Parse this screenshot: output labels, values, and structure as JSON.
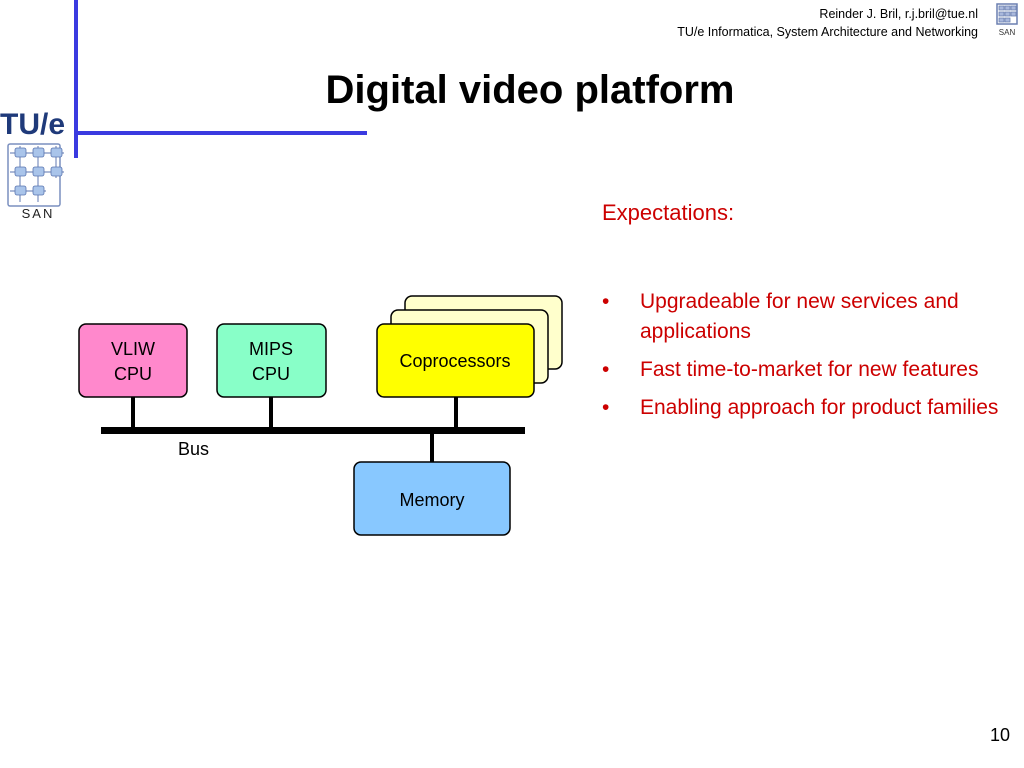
{
  "header": {
    "author_line": "Reinder J. Bril, r.j.bril@tue.nl",
    "dept_line": "TU/e Informatica, System Architecture and Networking"
  },
  "slide": {
    "title": "Digital video platform",
    "page_number": "10"
  },
  "logos": {
    "tue": "TU/e",
    "san": "SAN"
  },
  "expectations": {
    "heading": "Expectations:",
    "items": [
      "Upgradeable for new services and applications",
      "Fast time-to-market for new features",
      "Enabling approach for product families"
    ]
  },
  "diagram": {
    "vliw": {
      "line1": "VLIW",
      "line2": "CPU",
      "color": "#ff88cc"
    },
    "mips": {
      "line1": "MIPS",
      "line2": "CPU",
      "color": "#88ffc8"
    },
    "coprocessors": {
      "label": "Coprocessors",
      "color": "#ffff00",
      "back_color": "#ffffcc"
    },
    "bus": {
      "label": "Bus"
    },
    "memory": {
      "label": "Memory",
      "color": "#88c8ff"
    }
  },
  "colors": {
    "accent_rule": "#3a3ae0",
    "bullet_text": "#cc0000"
  }
}
